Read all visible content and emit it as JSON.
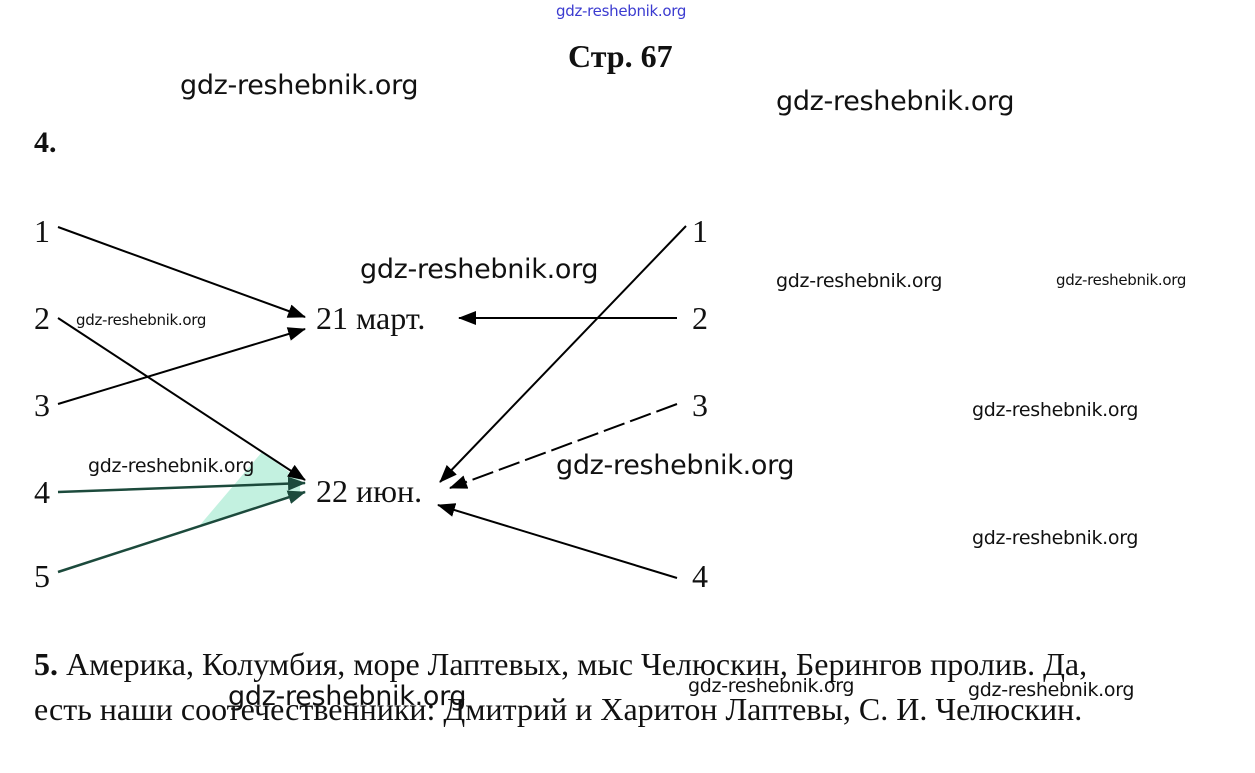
{
  "page": {
    "title": "Стр. 67",
    "watermark_top": "gdz-reshebnik.org"
  },
  "task4": {
    "number": "4.",
    "left_labels": [
      "1",
      "2",
      "3",
      "4",
      "5"
    ],
    "right_labels": [
      "1",
      "2",
      "3",
      "4"
    ],
    "targets": [
      "21 март.",
      "22 июн."
    ],
    "left_links": [
      {
        "from": "1",
        "to": "21 март."
      },
      {
        "from": "2",
        "to": "22 июн."
      },
      {
        "from": "3",
        "to": "21 март."
      },
      {
        "from": "4",
        "to": "22 июн."
      },
      {
        "from": "5",
        "to": "22 июн."
      }
    ],
    "right_links": [
      {
        "from": "1",
        "to": "22 июн."
      },
      {
        "from": "2",
        "to": "21 март."
      },
      {
        "from": "3",
        "to": "22 июн."
      },
      {
        "from": "4",
        "to": "22 июн."
      }
    ]
  },
  "task5": {
    "number": "5.",
    "line1": "Америка, Колумбия, море Лаптевых, мыс Челюскин, Берингов пролив. Да,",
    "line2": "есть наши соотечественники: Дмитрий и Харитон Лаптевы, С. И. Челюскин."
  },
  "watermarks": {
    "text": "gdz-reshebnik.org"
  }
}
